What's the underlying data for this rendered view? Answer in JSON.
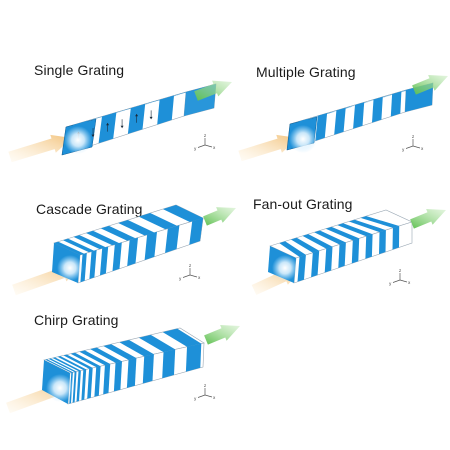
{
  "panels": [
    {
      "id": "single",
      "title": "Single Grating"
    },
    {
      "id": "multiple",
      "title": "Multiple Grating"
    },
    {
      "id": "cascade",
      "title": "Cascade Grating"
    },
    {
      "id": "fanout",
      "title": "Fan-out Grating"
    },
    {
      "id": "chirp",
      "title": "Chirp Grating"
    }
  ],
  "axes": {
    "x": "x",
    "y": "y",
    "z": "z"
  },
  "colors": {
    "domain_blue": "#1e90d8",
    "domain_dark": "#0f5f96",
    "input_beam": "#f2c27a",
    "output_beam": "#5cbf4e",
    "glow": "#ffffff"
  }
}
